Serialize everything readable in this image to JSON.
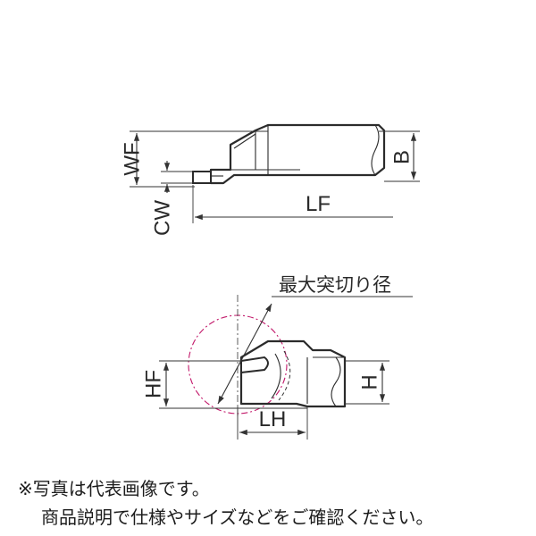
{
  "labels": {
    "WF": "WF",
    "B": "B",
    "LF": "LF",
    "CW": "CW",
    "max_cut_diameter": "最大突切り径",
    "HF": "HF",
    "H": "H",
    "LH": "LH"
  },
  "notes": {
    "line1": "※写真は代表画像です。",
    "line2": "商品説明で仕様やサイズなどをご確認ください。"
  },
  "colors": {
    "body_fill": "#f0f0f0",
    "outline": "#2b2b2b",
    "circle": "#c2186a",
    "insert_fill": "#ffffff"
  }
}
